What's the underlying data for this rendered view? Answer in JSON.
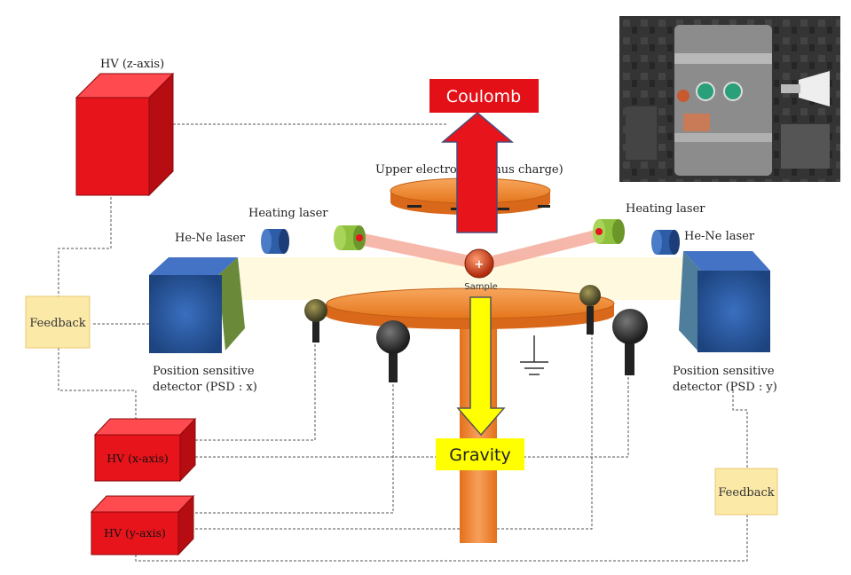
{
  "labels": {
    "hv_z": "HV (z-axis)",
    "hv_x": "HV (x-axis)",
    "hv_y": "HV (y-axis)",
    "coulomb": "Coulomb",
    "gravity": "Gravity",
    "upper_electrode": "Upper electrode (minus charge)",
    "heating_laser_left": "Heating laser",
    "heating_laser_right": "Heating laser",
    "hene_left": "He-Ne laser",
    "hene_right": "He-Ne laser",
    "sample": "Sample",
    "sample_charge": "+",
    "feedback_left": "Feedback",
    "feedback_right": "Feedback",
    "psd_x_line1": "Position sensitive",
    "psd_x_line2": "detector (PSD : x)",
    "psd_y_line1": "Position sensitive",
    "psd_y_line2": "detector (PSD : y)"
  },
  "colors": {
    "hv_red": "#e8141b",
    "electrode_orange": "#f28a2e",
    "psd_blue": "#2a5aa6",
    "laser_green": "#8fc13e",
    "feedback_fill": "#fbe9a8",
    "coulomb_box": "#e41017",
    "gravity_box": "#ffff00"
  },
  "icons": [
    "ground-icon",
    "lab-photo"
  ]
}
